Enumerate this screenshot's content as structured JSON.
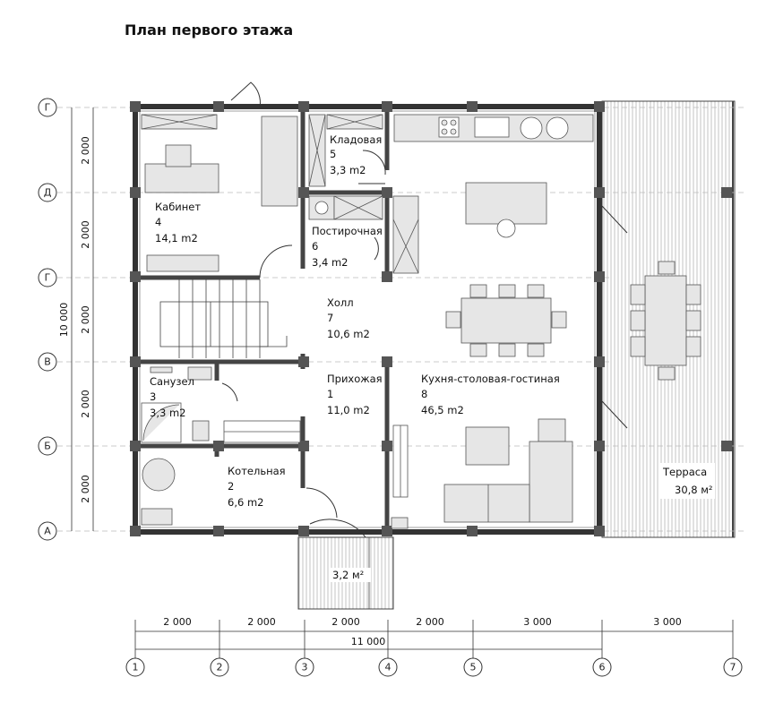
{
  "title": "План первого этажа",
  "rooms": [
    {
      "name": "Кабинет",
      "number": "4",
      "area": "14,1 m2"
    },
    {
      "name": "Кладовая",
      "number": "5",
      "area": "3,3 m2"
    },
    {
      "name": "Постирочная",
      "number": "6",
      "area": "3,4 m2"
    },
    {
      "name": "Холл",
      "number": "7",
      "area": "10,6 m2"
    },
    {
      "name": "Санузел",
      "number": "3",
      "area": "3,3 m2"
    },
    {
      "name": "Прихожая",
      "number": "1",
      "area": "11,0 m2"
    },
    {
      "name": "Кухня-столовая-гостиная",
      "number": "8",
      "area": "46,5 m2"
    },
    {
      "name": "Котельная",
      "number": "2",
      "area": "6,6 m2"
    },
    {
      "name": "Терраса",
      "number": "",
      "area": "30,8 м²"
    }
  ],
  "porch_area": "3,2 м²",
  "axes_vertical": [
    "1",
    "2",
    "3",
    "4",
    "5",
    "6",
    "7"
  ],
  "axes_horizontal": [
    "Г",
    "Д",
    "Г",
    "В",
    "Б",
    "А"
  ],
  "dims_bottom": [
    "2 000",
    "2 000",
    "2 000",
    "2 000",
    "3 000",
    "3 000"
  ],
  "dim_total_bottom": "11 000",
  "dims_left": [
    "2 000",
    "2 000",
    "2 000",
    "2 000",
    "2 000"
  ],
  "dim_total_left": "10 000"
}
